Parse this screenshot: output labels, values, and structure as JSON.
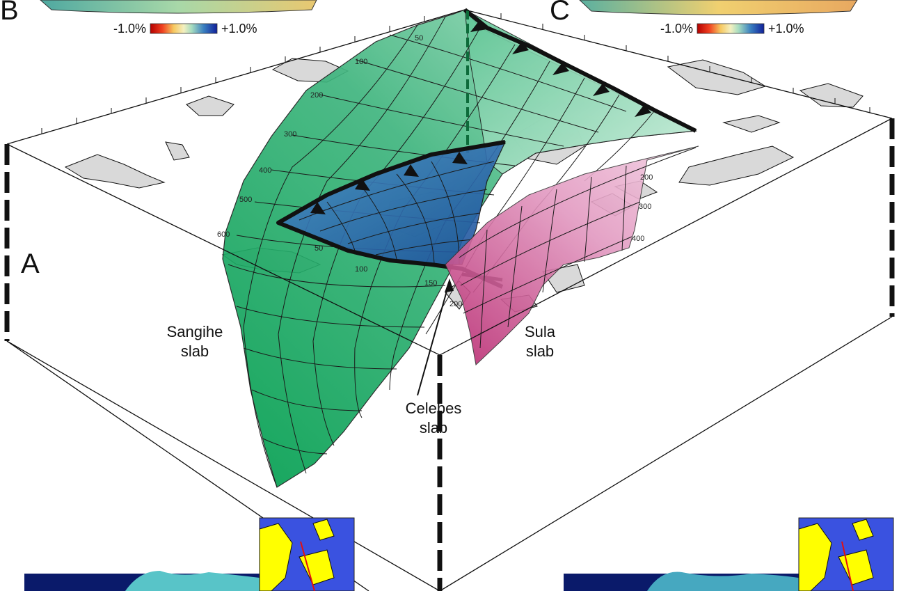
{
  "panels": {
    "a_label": "A",
    "b_label": "B",
    "c_label": "C"
  },
  "colorbars": {
    "left": {
      "min_label": "-1.0%",
      "max_label": "+1.0%"
    },
    "right": {
      "min_label": "-1.0%",
      "max_label": "+1.0%"
    }
  },
  "slabs": {
    "sangihe": {
      "line1": "Sangihe",
      "line2": "slab",
      "color": "#0aa458"
    },
    "celebes": {
      "line1": "Celebes",
      "line2": "slab",
      "color": "#1f4fa0"
    },
    "sula": {
      "line1": "Sula",
      "line2": "slab",
      "color": "#c2367f"
    }
  },
  "depth_contours": {
    "sangihe": [
      "50",
      "100",
      "200",
      "300",
      "400",
      "500",
      "600"
    ],
    "celebes": [
      "50",
      "100",
      "150",
      "200"
    ],
    "sula": [
      "200",
      "300",
      "400"
    ]
  }
}
